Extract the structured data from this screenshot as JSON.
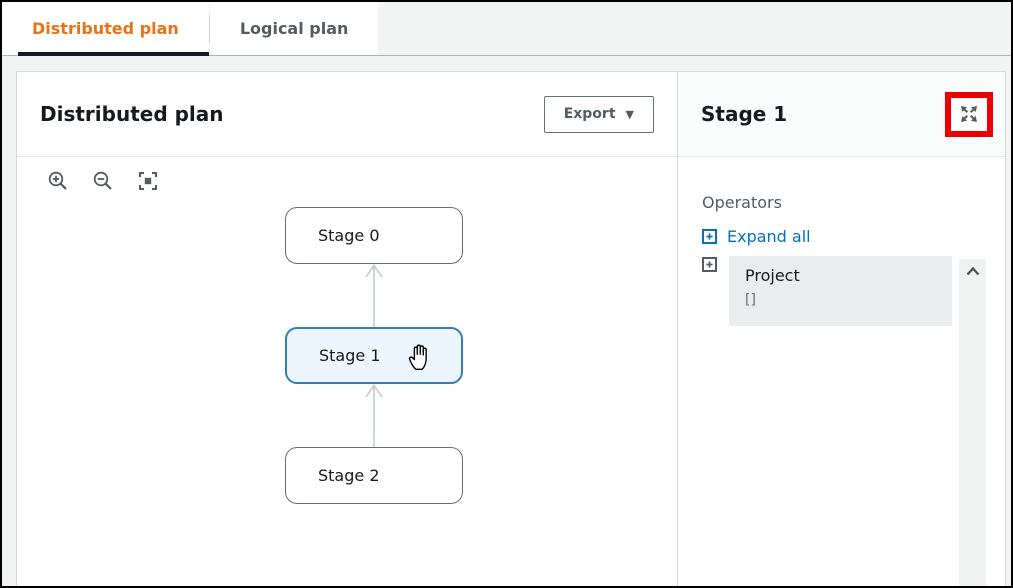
{
  "tabs": {
    "items": [
      {
        "label": "Distributed plan",
        "active": true
      },
      {
        "label": "Logical plan",
        "active": false
      }
    ]
  },
  "main": {
    "title": "Distributed plan",
    "export_button": {
      "label": "Export",
      "caret": "▼"
    },
    "toolbar_icons": [
      "zoom-in-icon",
      "zoom-out-icon",
      "fit-view-icon"
    ]
  },
  "diagram": {
    "type": "stage-flow",
    "nodes": [
      {
        "label": "Stage 0",
        "selected": false
      },
      {
        "label": "Stage 1",
        "selected": true
      },
      {
        "label": "Stage 2",
        "selected": false
      }
    ],
    "edges": [
      {
        "from": "Stage 1",
        "to": "Stage 0",
        "direction": "up"
      },
      {
        "from": "Stage 2",
        "to": "Stage 1",
        "direction": "up"
      }
    ],
    "cursor": "grab-hand-over-stage-1"
  },
  "details": {
    "title": "Stage 1",
    "header_icon": "expand-fullscreen-icon",
    "annotation": "red-highlight-box-around-expand-icon",
    "operators_label": "Operators",
    "expand_all_label": "Expand all",
    "operators": [
      {
        "name": "Project",
        "detail": "[]"
      }
    ]
  },
  "colors": {
    "active_tab_orange": "#ec7211",
    "active_tab_underline": "#16191f",
    "link_blue": "#0073bb",
    "selected_node_border": "#2f7fb8",
    "selected_node_fill": "#ecf6fc",
    "annotation_red": "#ee0000",
    "icon_gray": "#545b64",
    "operator_row_bg": "#eaeded",
    "page_bg": "#f2f3f3"
  }
}
